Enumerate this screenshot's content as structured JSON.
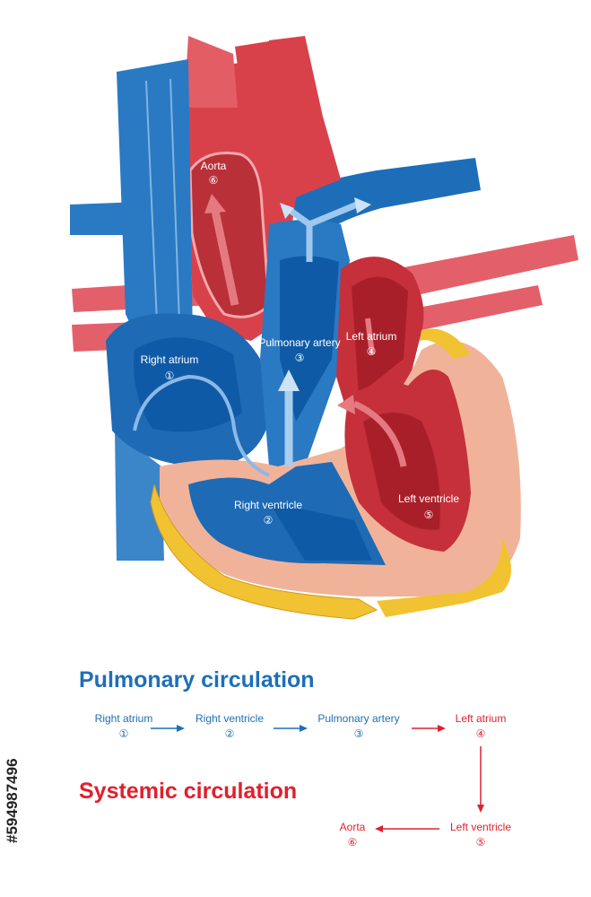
{
  "labels": {
    "aorta": {
      "name": "Aorta",
      "num": "⑥"
    },
    "pulmonary_artery": {
      "name": "Pulmonary artery",
      "num": "③"
    },
    "left_atrium": {
      "name": "Left atrium",
      "num": "④"
    },
    "right_atrium": {
      "name": "Right atrium",
      "num": "①"
    },
    "right_ventricle": {
      "name": "Right ventricle",
      "num": "②"
    },
    "left_ventricle": {
      "name": "Left ventricle",
      "num": "⑤"
    }
  },
  "pulmonary": {
    "title": "Pulmonary circulation",
    "steps": [
      {
        "name": "Right atrium",
        "num": "①"
      },
      {
        "name": "Right ventricle",
        "num": "②"
      },
      {
        "name": "Pulmonary artery",
        "num": "③"
      },
      {
        "name": "Left atrium",
        "num": "④"
      }
    ]
  },
  "systemic": {
    "title": "Systemic circulation",
    "steps": [
      {
        "name": "Left ventricle",
        "num": "⑤"
      },
      {
        "name": "Aorta",
        "num": "⑥"
      }
    ]
  },
  "stock_id": "#594987496",
  "colors": {
    "blue": "#1d6fb8",
    "red": "#e0202d",
    "vein_blue": "#2a79c3",
    "dark_blue": "#0f5aa6",
    "artery_red": "#d9414a",
    "dark_red": "#b5252d",
    "muscle": "#f0b39a",
    "fat": "#f1c232"
  }
}
